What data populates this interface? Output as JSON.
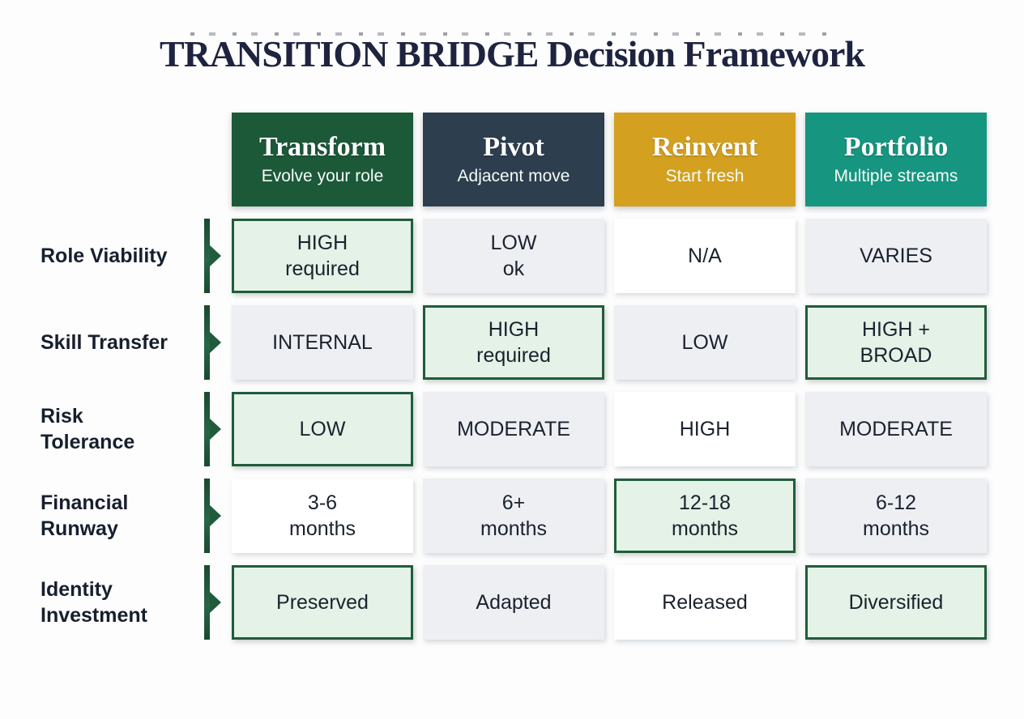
{
  "title": "TRANSITION BRIDGE Decision Framework",
  "icons": {
    "row_pointer": "right-pointing-bracket-arrow"
  },
  "colors": {
    "title_text": "#1e2340",
    "transform_header": "#1c5939",
    "pivot_header": "#2d3e4e",
    "reinvent_header": "#d4a01f",
    "portfolio_header": "#169580",
    "highlight_cell_bg": "#e4f2e7",
    "highlight_cell_border": "#205c3b",
    "gray_cell_bg": "#edeff3",
    "white_cell_bg": "#ffffff",
    "pointer_green": "#205c3b"
  },
  "columns": [
    {
      "title": "Transform",
      "subtitle": "Evolve your role",
      "color": "#1c5939"
    },
    {
      "title": "Pivot",
      "subtitle": "Adjacent move",
      "color": "#2d3e4e"
    },
    {
      "title": "Reinvent",
      "subtitle": "Start fresh",
      "color": "#d4a01f"
    },
    {
      "title": "Portfolio",
      "subtitle": "Multiple streams",
      "color": "#169580"
    }
  ],
  "rows": [
    {
      "label": "Role Viability",
      "cells": [
        {
          "text": "HIGH\nrequired",
          "style": "highlight"
        },
        {
          "text": "LOW\nok",
          "style": "gray"
        },
        {
          "text": "N/A",
          "style": "white"
        },
        {
          "text": "VARIES",
          "style": "gray"
        }
      ]
    },
    {
      "label": "Skill Transfer",
      "cells": [
        {
          "text": "INTERNAL",
          "style": "gray"
        },
        {
          "text": "HIGH\nrequired",
          "style": "highlight"
        },
        {
          "text": "LOW",
          "style": "gray"
        },
        {
          "text": "HIGH +\nBROAD",
          "style": "highlight"
        }
      ]
    },
    {
      "label": "Risk\nTolerance",
      "cells": [
        {
          "text": "LOW",
          "style": "highlight"
        },
        {
          "text": "MODERATE",
          "style": "gray"
        },
        {
          "text": "HIGH",
          "style": "white"
        },
        {
          "text": "MODERATE",
          "style": "gray"
        }
      ]
    },
    {
      "label": "Financial\nRunway",
      "cells": [
        {
          "text": "3-6\nmonths",
          "style": "white"
        },
        {
          "text": "6+\nmonths",
          "style": "gray"
        },
        {
          "text": "12-18\nmonths",
          "style": "highlight"
        },
        {
          "text": "6-12\nmonths",
          "style": "gray"
        }
      ]
    },
    {
      "label": "Identity\nInvestment",
      "cells": [
        {
          "text": "Preserved",
          "style": "highlight"
        },
        {
          "text": "Adapted",
          "style": "gray"
        },
        {
          "text": "Released",
          "style": "white"
        },
        {
          "text": "Diversified",
          "style": "highlight"
        }
      ]
    }
  ]
}
